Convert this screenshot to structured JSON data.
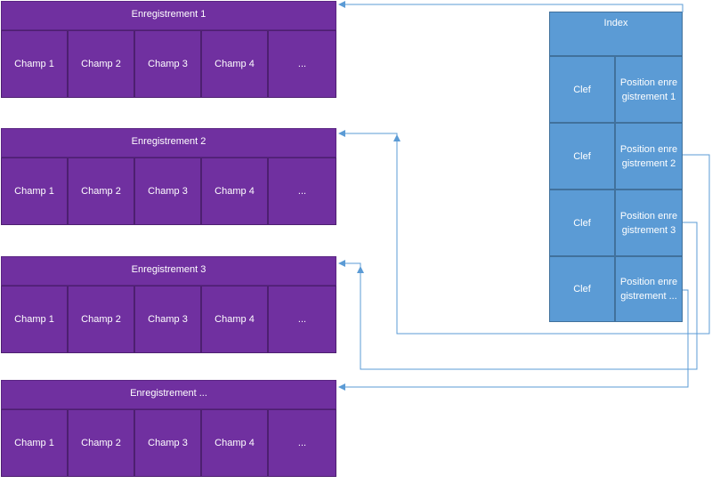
{
  "records": [
    {
      "title": "Enregistrement 1",
      "fields": [
        "Champ 1",
        "Champ 2",
        "Champ 3",
        "Champ 4",
        "..."
      ]
    },
    {
      "title": "Enregistrement 2",
      "fields": [
        "Champ 1",
        "Champ 2",
        "Champ 3",
        "Champ 4",
        "..."
      ]
    },
    {
      "title": "Enregistrement 3",
      "fields": [
        "Champ 1",
        "Champ 2",
        "Champ 3",
        "Champ 4",
        "..."
      ]
    },
    {
      "title": "Enregistrement ...",
      "fields": [
        "Champ 1",
        "Champ 2",
        "Champ 3",
        "Champ 4",
        "..."
      ]
    }
  ],
  "index": {
    "title": "Index",
    "rows": [
      {
        "key": "Clef",
        "position": "Position enregistrement 1"
      },
      {
        "key": "Clef",
        "position": "Position enregistrement 2"
      },
      {
        "key": "Clef",
        "position": "Position enregistrement 3"
      },
      {
        "key": "Clef",
        "position": "Position enregistrement ..."
      }
    ]
  },
  "colors": {
    "record_fill": "#7030a0",
    "index_fill": "#5b9bd5",
    "connector": "#5b9bd5"
  }
}
